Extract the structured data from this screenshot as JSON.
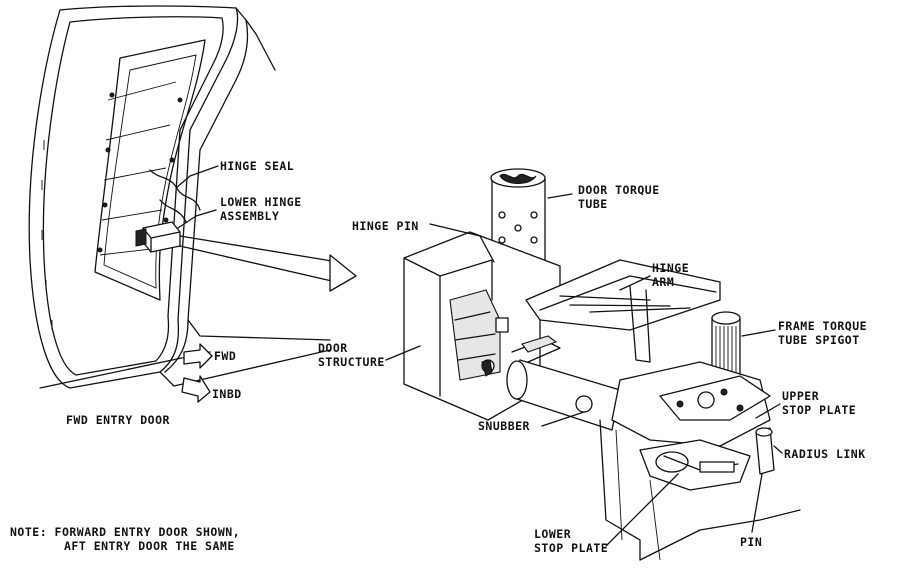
{
  "labels": {
    "hinge_seal": "HINGE SEAL",
    "lower_hinge_1": "LOWER HINGE",
    "lower_hinge_2": "ASSEMBLY",
    "fwd": "FWD",
    "inbd": "INBD",
    "fwd_entry_door": "FWD ENTRY DOOR",
    "note_1": "NOTE: FORWARD ENTRY DOOR SHOWN,",
    "note_2": "AFT ENTRY DOOR THE SAME",
    "door_torque_1": "DOOR TORQUE",
    "door_torque_2": "TUBE",
    "hinge_pin": "HINGE PIN",
    "hinge_arm_1": "HINGE",
    "hinge_arm_2": "ARM",
    "door_structure_1": "DOOR",
    "door_structure_2": "STRUCTURE",
    "frame_torque_1": "FRAME TORQUE",
    "frame_torque_2": "TUBE SPIGOT",
    "upper_stop_1": "UPPER",
    "upper_stop_2": "STOP PLATE",
    "snubber": "SNUBBER",
    "radius_link": "RADIUS LINK",
    "lower_stop_1": "LOWER",
    "lower_stop_2": "STOP PLATE",
    "pin": "PIN"
  },
  "icons": {
    "fwd_arrow": "arrow-right-icon",
    "inbd_arrow": "arrow-right-icon",
    "detail_arrow": "callout-arrow-icon"
  }
}
